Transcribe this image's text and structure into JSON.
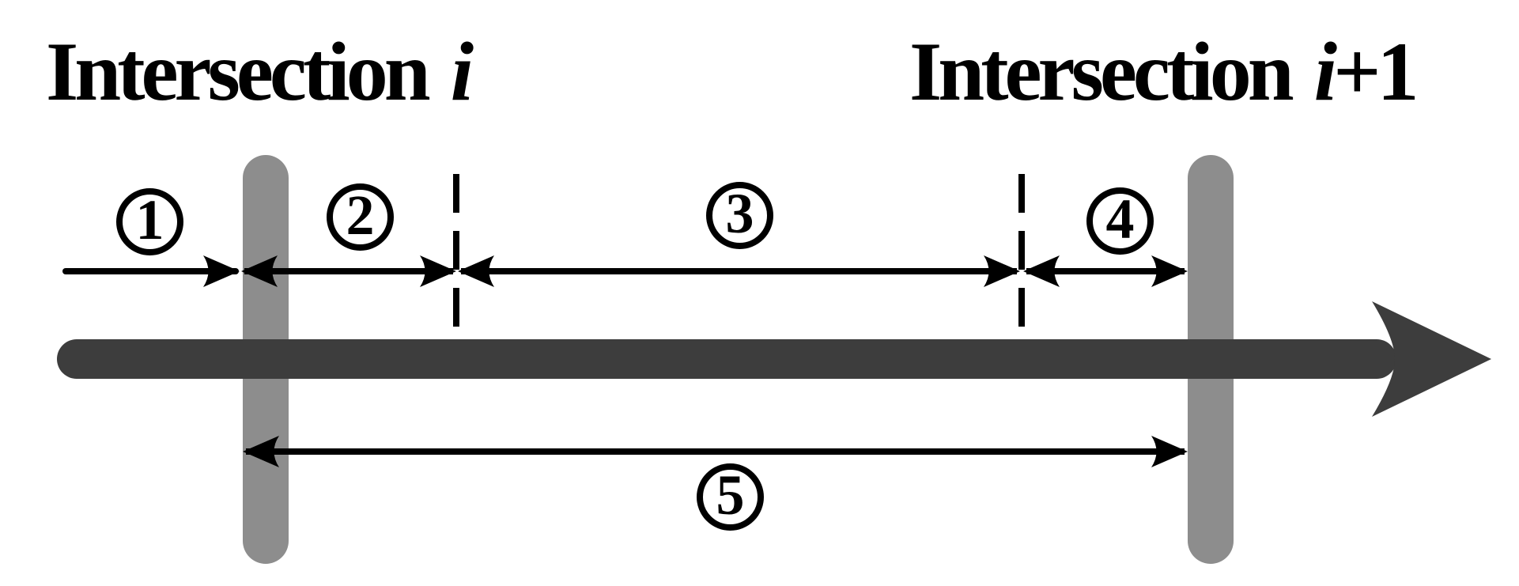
{
  "titles": {
    "left": {
      "word": "Intersection",
      "index": "i"
    },
    "right": {
      "word": "Intersection",
      "index": "i",
      "suffix": "+1"
    }
  },
  "segment_labels": [
    "1",
    "2",
    "3",
    "4",
    "5"
  ],
  "colors": {
    "background": "#ffffff",
    "stop_bar_gray": "#8d8d8d",
    "road_arrow_dark": "#3d3d3d",
    "dimension_black": "#000000"
  }
}
